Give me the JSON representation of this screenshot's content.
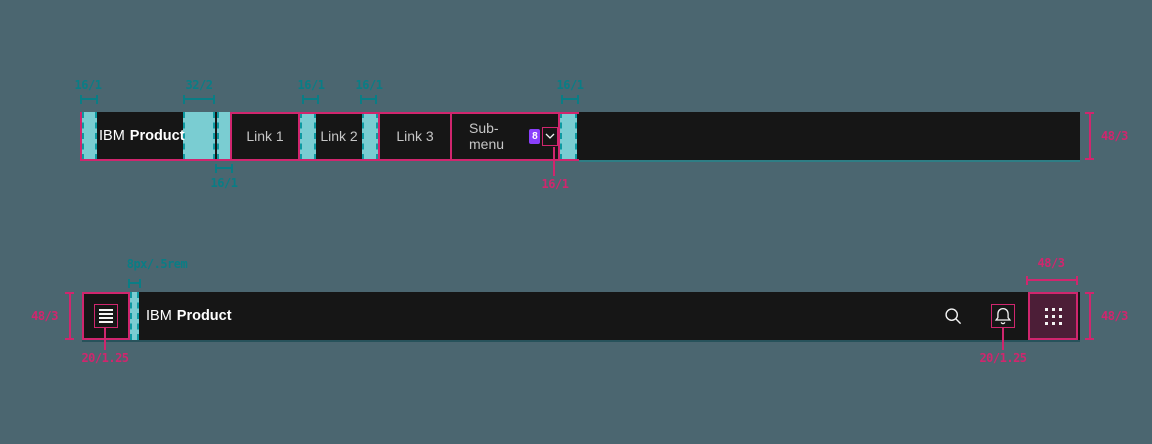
{
  "colors": {
    "background": "#4b6670",
    "bar": "#161616",
    "spacing_overlay": "#7acdd2",
    "spacing_edge": "#0d9aa2",
    "annotation_teal": "#0a7d85",
    "annotation_pink": "#d0266e",
    "badge_purple": "#8a3ffc",
    "switcher_highlight": "#4c1e37",
    "brand_text": "#ffffff",
    "link_text": "#c6c6c6"
  },
  "nav_header": {
    "brand": {
      "company": "IBM",
      "product": "Product"
    },
    "links": [
      "Link 1",
      "Link 2",
      "Link 3"
    ],
    "submenu": {
      "label": "Sub-menu",
      "badge_count": "8",
      "chevron_icon": "chevron-down"
    },
    "measurements": {
      "left_padding": "16/1",
      "brand_gap": "32/2",
      "link_gap_1": "16/1",
      "link_gap_2": "16/1",
      "right_padding": "16/1",
      "first_link_padding": "16/1",
      "chevron_size": "16/1",
      "bar_height": "48/3"
    }
  },
  "action_header": {
    "brand": {
      "company": "IBM",
      "product": "Product"
    },
    "icons": [
      "menu",
      "search",
      "notification",
      "app-switcher"
    ],
    "measurements": {
      "bar_height_left": "48/3",
      "menu_icon_size": "20/1.25",
      "brand_gap": "8px/.5rem",
      "bell_icon_size": "20/1.25",
      "switcher_width": "48/3",
      "bar_height_right": "48/3"
    }
  }
}
